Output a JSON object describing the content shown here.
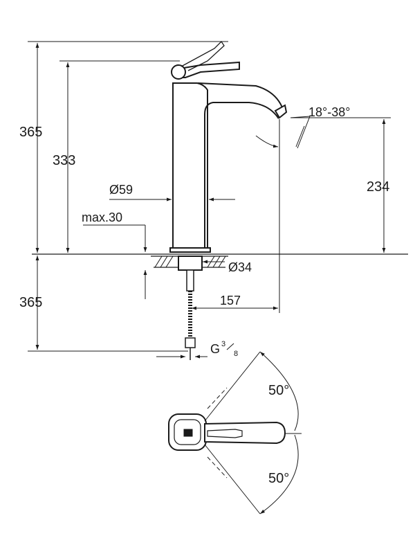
{
  "drawing": {
    "line_color": "#1a1a1a",
    "background": "#ffffff"
  },
  "dimensions": {
    "total_height_upper": "365",
    "spout_height": "333",
    "outlet_height": "234",
    "body_diameter": "Ø59",
    "max_deck_thickness": "max.30",
    "mount_hole_diameter": "Ø34",
    "spout_reach": "157",
    "hose_length": "365",
    "connection_g": "G",
    "connection_num": "3",
    "connection_den": "8",
    "aerator_angle": "18°-38°",
    "lever_angle_up": "50°",
    "lever_angle_down": "50°"
  }
}
